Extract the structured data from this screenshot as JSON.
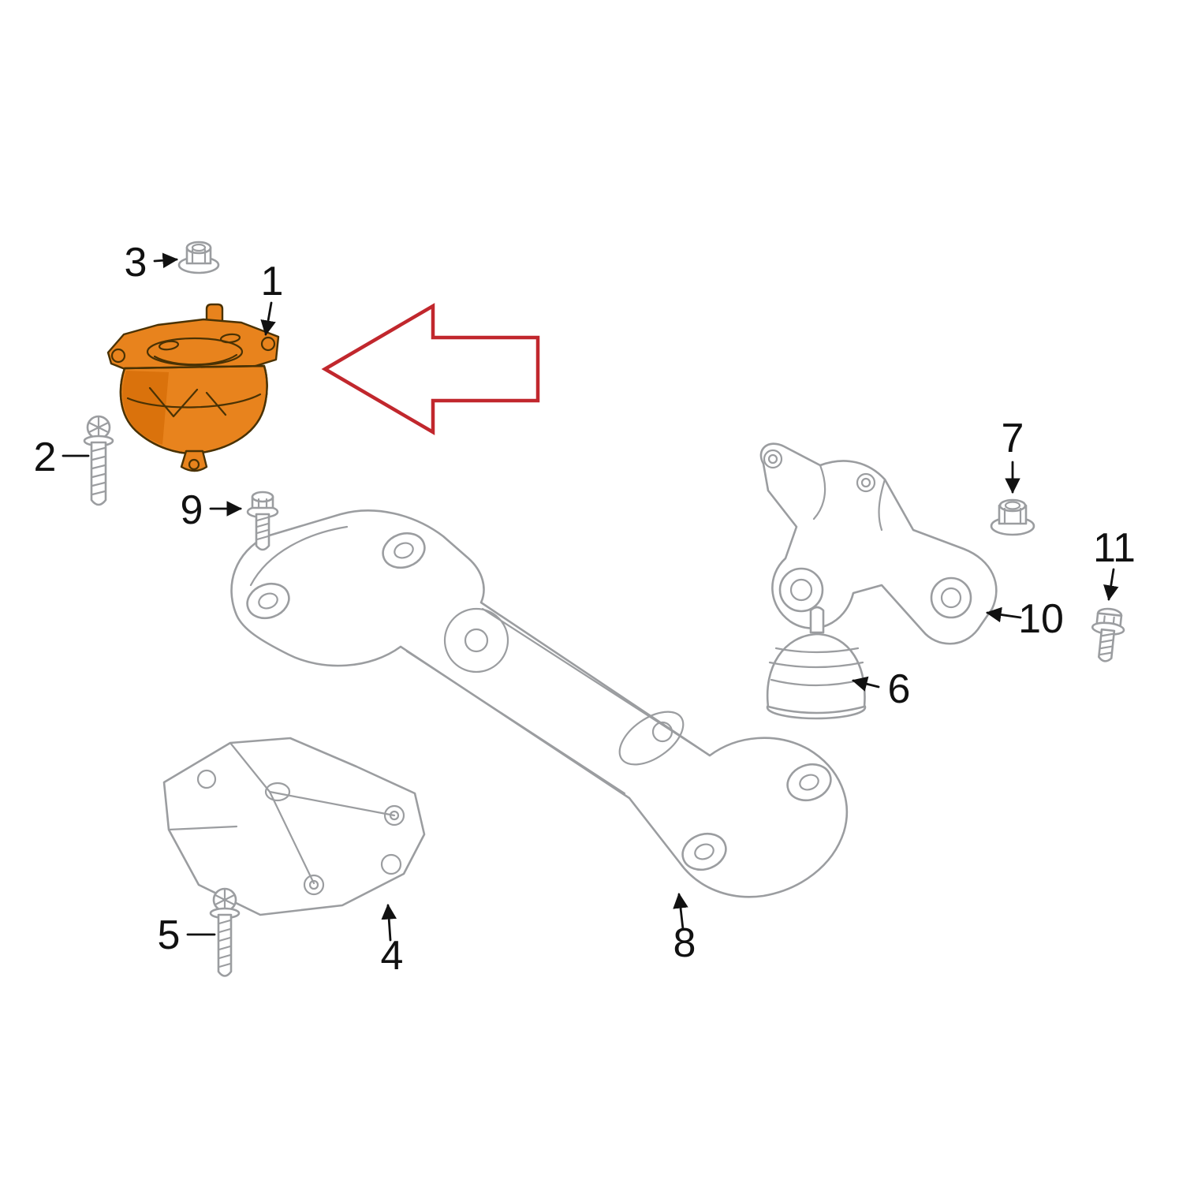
{
  "diagram": {
    "kind": "exploded-parts-diagram",
    "background": "#ffffff"
  },
  "colors": {
    "highlight": "#E8831D",
    "highlight_outline": "#4A3204",
    "highlight_shade": "#DA720C",
    "arrow_red": "#C1272D",
    "part_line": "#9B9DA0",
    "callout_ink": "#111111"
  },
  "callouts": {
    "c1": {
      "number": "1",
      "part": "engine-mount-highlighted"
    },
    "c2": {
      "number": "2",
      "part": "mount-bolt-long"
    },
    "c3": {
      "number": "3",
      "part": "flange-nut"
    },
    "c4": {
      "number": "4",
      "part": "engine-support-bracket"
    },
    "c5": {
      "number": "5",
      "part": "bracket-bolt-long"
    },
    "c6": {
      "number": "6",
      "part": "transmission-mount"
    },
    "c7": {
      "number": "7",
      "part": "flange-nut"
    },
    "c8": {
      "number": "8",
      "part": "gearbox-crossmember"
    },
    "c9": {
      "number": "9",
      "part": "self-tapping-screw"
    },
    "c10": {
      "number": "10",
      "part": "transmission-bracket"
    },
    "c11": {
      "number": "11",
      "part": "hex-bolt"
    }
  }
}
